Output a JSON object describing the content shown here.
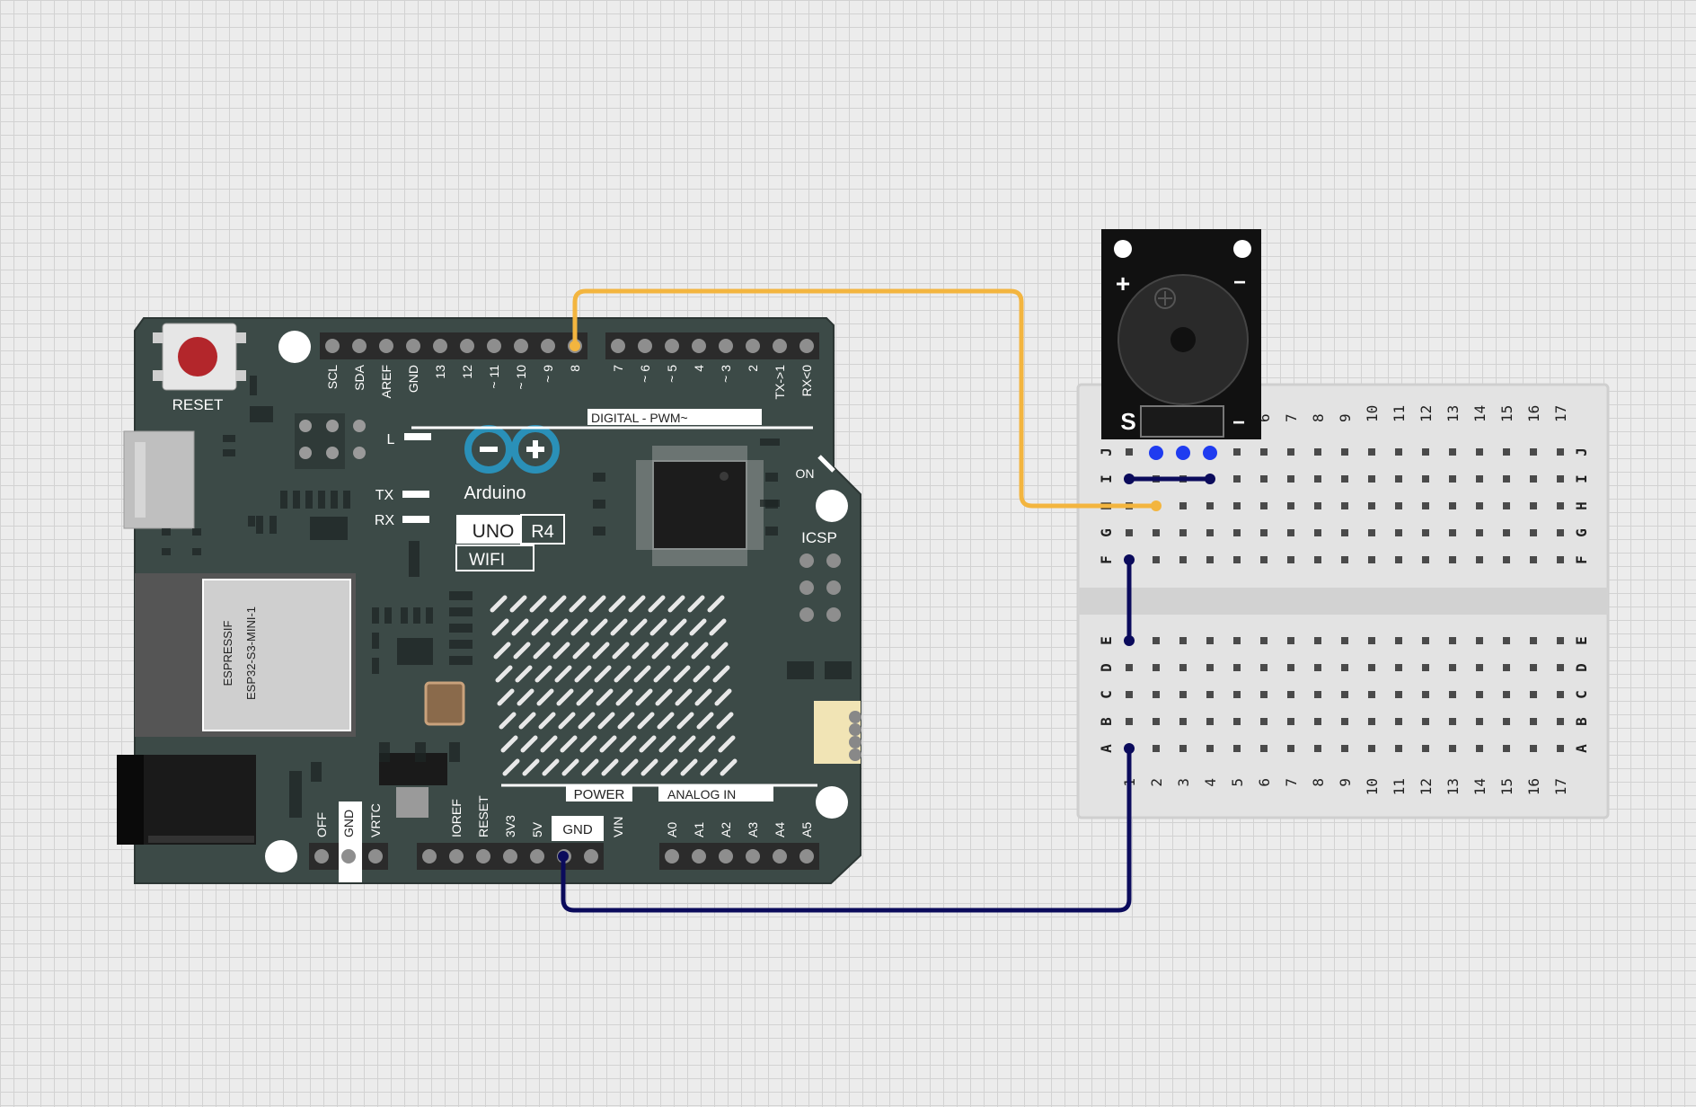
{
  "board": {
    "reset_label": "RESET",
    "brand": "Arduino",
    "model": "UNO",
    "revision": "R4",
    "variant": "WIFI",
    "module_line1": "ESPRESSIF",
    "module_line2": "ESP32-S3-MINI-1",
    "digital_header_label": "DIGITAL - PWM~",
    "power_header_label": "POWER",
    "analog_header_label": "ANALOG IN",
    "icsp_label": "ICSP",
    "on_label": "ON",
    "l_label": "L",
    "tx_label": "TX",
    "rx_label": "RX",
    "digital_pins_left": [
      "SCL",
      "SDA",
      "AREF",
      "GND",
      "13",
      "12",
      "~ 11",
      "~ 10",
      "~ 9",
      "8"
    ],
    "digital_pins_right": [
      "7",
      "~ 6",
      "~ 5",
      "4",
      "~ 3",
      "2",
      "TX->1",
      "RX<0"
    ],
    "power_pins": [
      "IOREF",
      "RESET",
      "3V3",
      "5V",
      "GND",
      "VIN"
    ],
    "analog_pins": [
      "A0",
      "A1",
      "A2",
      "A3",
      "A4",
      "A5"
    ],
    "aux_pins": [
      "OFF",
      "GND",
      "VRTC"
    ]
  },
  "breadboard": {
    "top_rows": [
      "J",
      "I",
      "H",
      "G",
      "F"
    ],
    "bottom_rows": [
      "E",
      "D",
      "C",
      "B",
      "A"
    ],
    "columns": [
      "1",
      "2",
      "3",
      "4",
      "5",
      "6",
      "7",
      "8",
      "9",
      "10",
      "11",
      "12",
      "13",
      "14",
      "15",
      "16",
      "17"
    ]
  },
  "buzzer": {
    "plus": "+",
    "minus": "−",
    "signal": "S",
    "pin_minus": "−"
  },
  "wires": [
    {
      "from": "Arduino D8",
      "to": "Breadboard H2",
      "color": "#f3b53f"
    },
    {
      "from": "Arduino GND (power)",
      "to": "Breadboard A1",
      "color": "#0b0b5c"
    },
    {
      "from": "Breadboard I1",
      "to": "Breadboard I4",
      "color": "#0b0b5c"
    },
    {
      "from": "Breadboard F1",
      "to": "Breadboard E1",
      "color": "#0b0b5c"
    }
  ],
  "colors": {
    "board": "#3c4a47",
    "wire_signal": "#f3b53f",
    "wire_ground": "#0b0b5c",
    "buzzer_pin": "#1f3cf0",
    "reset_button": "#b3262b"
  }
}
